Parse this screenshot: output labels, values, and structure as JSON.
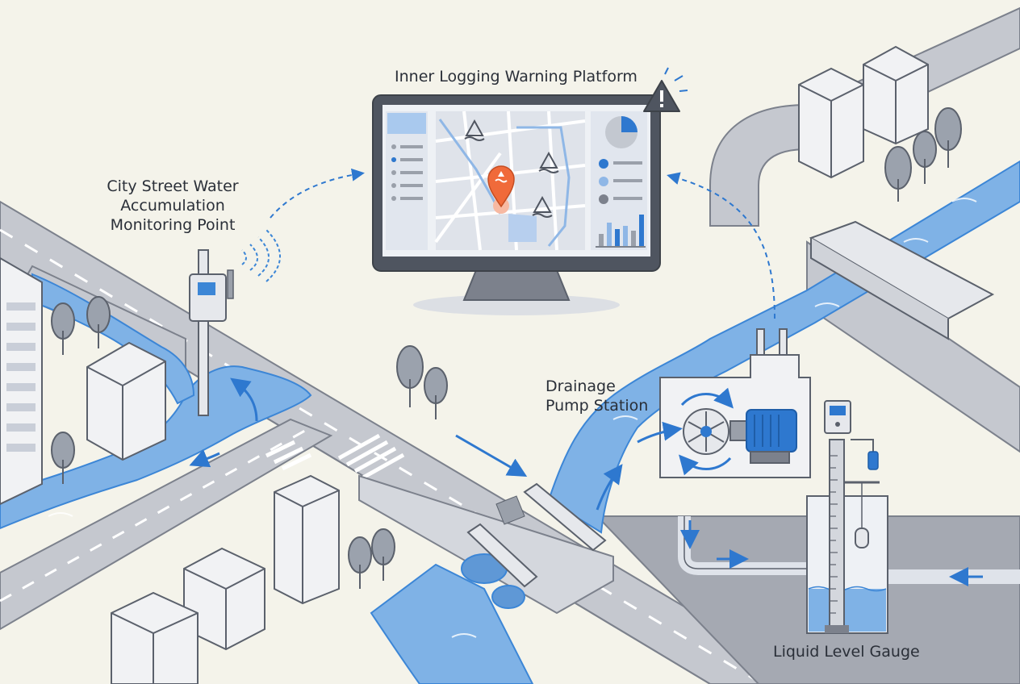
{
  "labels": {
    "platform": "Inner Logging Warning Platform",
    "monitoring_point_line1": "City Street Water",
    "monitoring_point_line2": "Accumulation",
    "monitoring_point_line3": "Monitoring Point",
    "pump_station_line1": "Drainage",
    "pump_station_line2": "Pump Station",
    "level_gauge": "Liquid Level Gauge"
  },
  "icons": [
    "warning-icon",
    "location-pin-icon",
    "flood-warning-icon",
    "pie-chart-icon",
    "bar-chart-icon",
    "wifi-signal-icon",
    "pump-impeller-icon",
    "motor-icon",
    "gauge-display-icon"
  ],
  "colors": {
    "background": "#f4f3ea",
    "road": "#c4c7ce",
    "road_edge": "#7c818c",
    "water": "#7fb2e6",
    "water_dark": "#3c86d6",
    "building": "#f1f2f4",
    "outline": "#5b616c",
    "accent_orange": "#f06a3a",
    "monitor_frame": "#4f5560"
  }
}
